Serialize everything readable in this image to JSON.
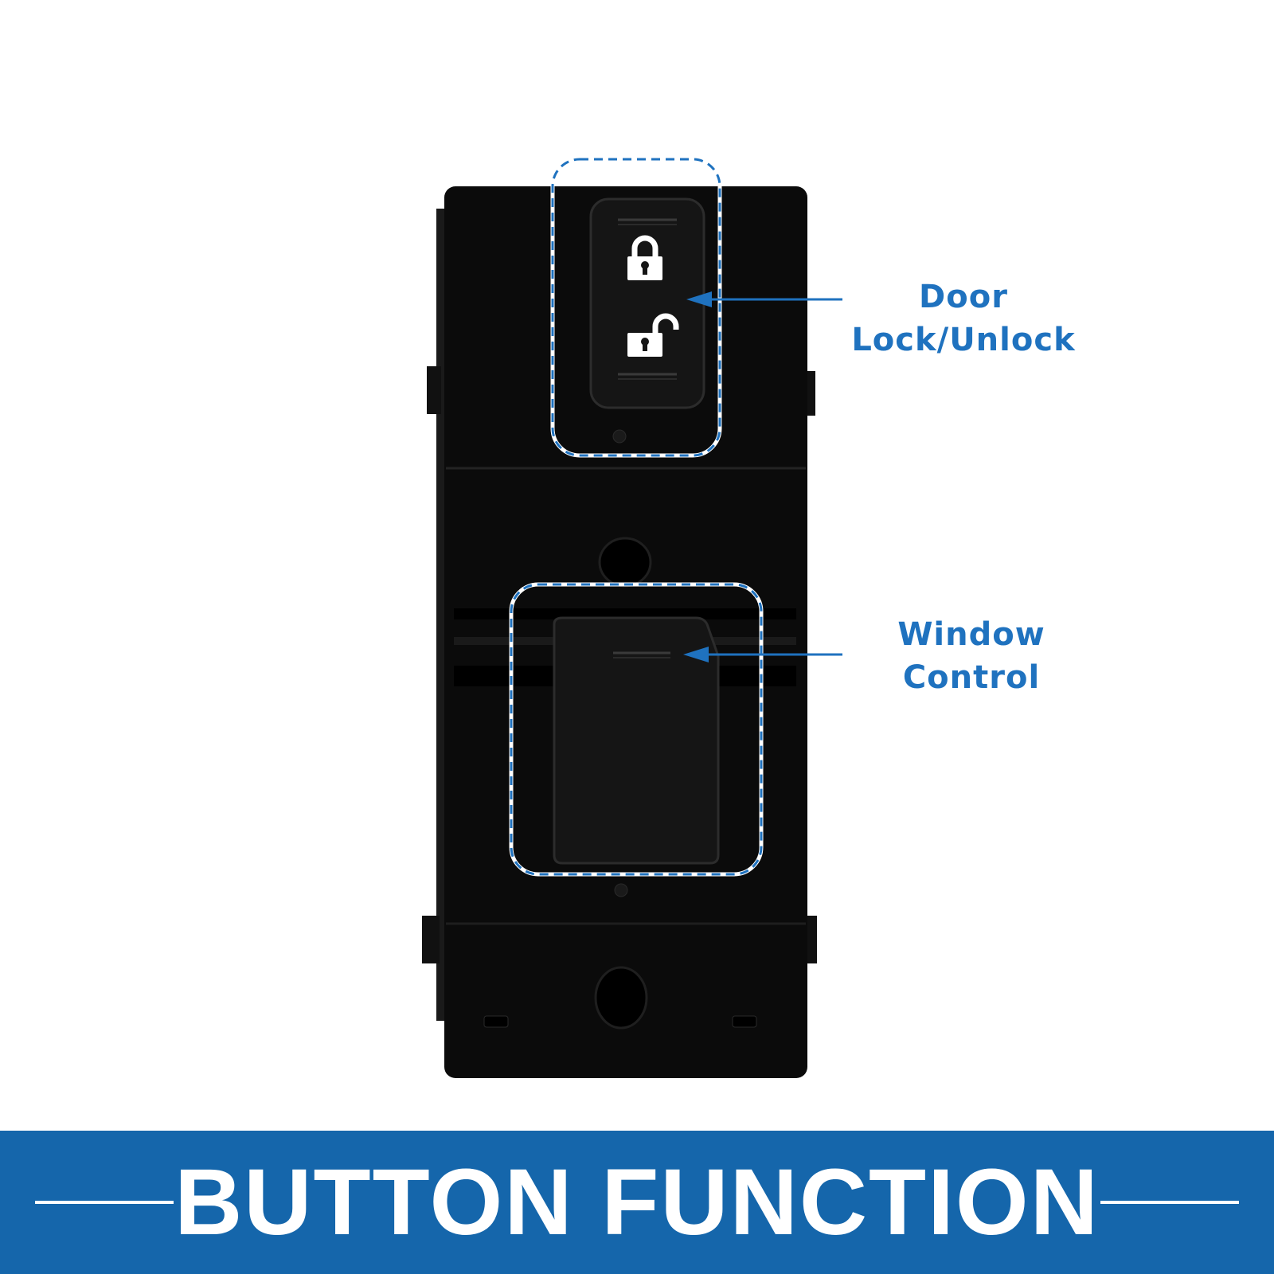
{
  "callouts": {
    "door_lock": {
      "line1": "Door",
      "line2": "Lock/Unlock"
    },
    "window_control": {
      "line1": "Window",
      "line2": "Control"
    }
  },
  "banner": {
    "title": "BUTTON FUNCTION"
  },
  "colors": {
    "accent": "#1f72bf",
    "banner": "#1566ab",
    "switch_body": "#0b0b0b",
    "icon_fill": "#ffffff"
  },
  "icons": [
    "lock-icon",
    "unlock-icon",
    "arrow-left-icon"
  ]
}
